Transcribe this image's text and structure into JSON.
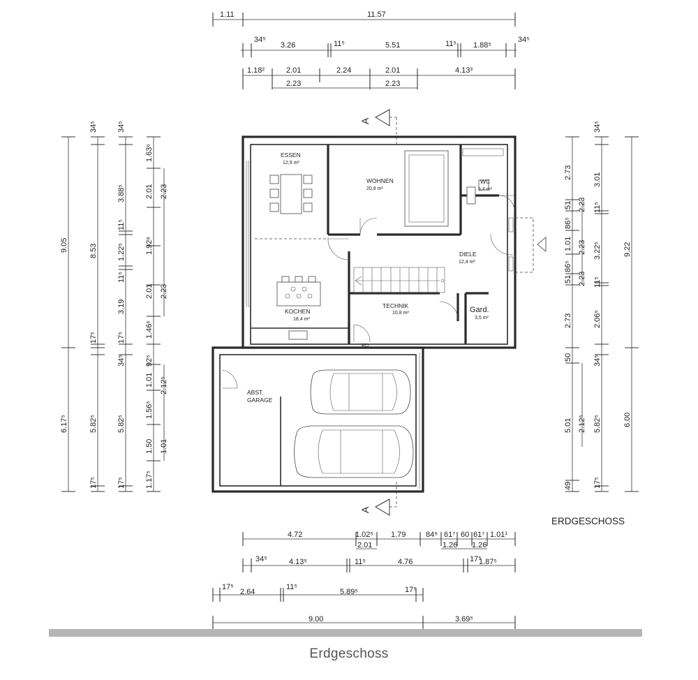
{
  "title": "ERDGESCHOSS",
  "caption": "Erdgeschoss",
  "section_marker": "A",
  "rooms": [
    {
      "name": "ESSEN",
      "area": "12,9 m²"
    },
    {
      "name": "WOHNEN",
      "area": "20,8 m²"
    },
    {
      "name": "WC",
      "area": "5,4 m²"
    },
    {
      "name": "DIELE",
      "area": "12,4 m²"
    },
    {
      "name": "KOCHEN",
      "area": "18,4 m²"
    },
    {
      "name": "TECHNIK",
      "area": "10,8 m²"
    },
    {
      "name": "Gard.",
      "area": "3,5 m²"
    },
    {
      "name": "ABST.",
      "area": "GARAGE"
    },
    {
      "name": "RD",
      "area": ""
    }
  ],
  "dimensions": {
    "top_row1": [
      "1.11",
      "11.57"
    ],
    "top_row2": [
      "34⁵",
      "3.26",
      "11⁵",
      "5.51",
      "11⁵",
      "1.88⁵",
      "34⁵"
    ],
    "top_row3": [
      "1.18²",
      "2.01",
      "2.24",
      "2.01",
      "4.13³"
    ],
    "top_row4": [
      "2.23",
      "2.23"
    ],
    "bottom_row1": [
      "4.72",
      "1.02⁵",
      "1.79",
      "84⁹",
      "61⁷",
      "60",
      "61⁷",
      "1.01¹"
    ],
    "bottom_row2": [
      "2.01",
      "1.26",
      "1.26"
    ],
    "bottom_row3": [
      "34⁵",
      "4.13⁵",
      "11⁵",
      "4.76",
      "17⁵",
      "1.87⁵"
    ],
    "bottom_row4": [
      "17⁵",
      "2.64",
      "11⁵",
      "5.89⁵",
      "17⁵"
    ],
    "bottom_row5": [
      "9.00",
      "3.69⁵"
    ],
    "left_outer": [
      "9.05",
      "6.17⁵"
    ],
    "left_col2": [
      "34⁵",
      "8.53",
      "17⁵",
      "5.82⁵",
      "17⁵"
    ],
    "left_col3": [
      "34⁵",
      "3.88⁵",
      "11⁵",
      "1.22⁵",
      "11⁵",
      "3.19",
      "17⁵",
      "34⁵",
      "5.82⁵",
      "17⁵"
    ],
    "left_col4": [
      "1.63⁶",
      "2.01",
      "1.92⁸",
      "2.01",
      "1.46⁶",
      "92⁵",
      "1.01",
      "1.56⁵",
      "1.50",
      "1.17⁵"
    ],
    "left_col5": [
      "2.23",
      "2.23",
      "2.12⁵",
      "1.01"
    ],
    "right_col1": [
      "2.73",
      "51",
      "86⁵",
      "1.01",
      "86⁵",
      "51",
      "2.73",
      "50",
      "5.01",
      "49"
    ],
    "right_col2": [
      "2.23",
      "2.23",
      "2.23",
      "2.12⁵"
    ],
    "right_col3": [
      "34⁵",
      "3.01",
      "11⁵",
      "3.22⁵",
      "11⁵",
      "2.06⁵",
      "34⁵",
      "5.82⁵",
      "17⁵"
    ],
    "right_outer": [
      "9.22",
      "6.00"
    ]
  }
}
